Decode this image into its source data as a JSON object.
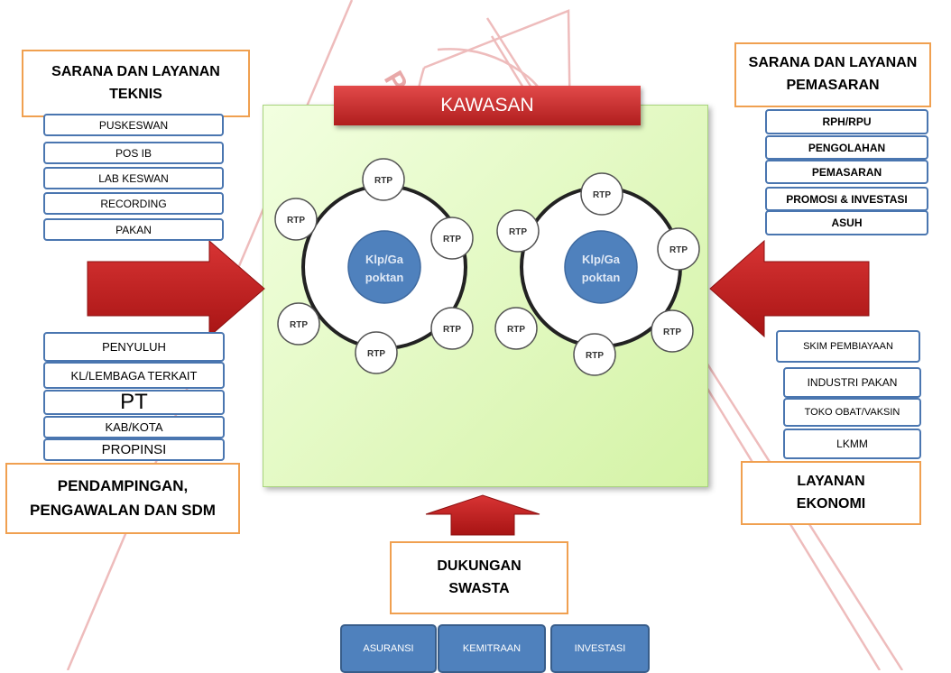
{
  "watermark": "PUSPA SWARA",
  "center": {
    "title": "KAWASAN",
    "clusters": [
      {
        "hub": [
          "Klp/Ga",
          "poktan"
        ],
        "nodes": [
          "RTP",
          "RTP",
          "RTP",
          "RTP",
          "RTP",
          "RTP"
        ]
      },
      {
        "hub": [
          "Klp/Ga",
          "poktan"
        ],
        "nodes": [
          "RTP",
          "RTP",
          "RTP",
          "RTP",
          "RTP",
          "RTP"
        ]
      }
    ]
  },
  "teknis": {
    "title": [
      "SARANA DAN LAYANAN",
      "TEKNIS"
    ],
    "items": [
      "PUSKESWAN",
      "POS IB",
      "LAB KESWAN",
      "RECORDING",
      "PAKAN"
    ]
  },
  "pemasaran": {
    "title": [
      "SARANA DAN LAYANAN",
      "PEMASARAN"
    ],
    "items": [
      "RPH/RPU",
      "PENGOLAHAN",
      "PEMASARAN",
      "PROMOSI & INVESTASI",
      "ASUH"
    ]
  },
  "pendampingan": {
    "title": [
      "PENDAMPINGAN,",
      "PENGAWALAN DAN SDM"
    ],
    "items": [
      "PENYULUH",
      "KL/LEMBAGA TERKAIT",
      "PT",
      "KAB/KOTA",
      "PROPINSI"
    ]
  },
  "ekonomi": {
    "title": [
      "LAYANAN",
      "EKONOMI"
    ],
    "items": [
      "SKIM PEMBIAYAAN",
      "INDUSTRI PAKAN",
      "TOKO OBAT/VAKSIN",
      "LKMM"
    ]
  },
  "swasta": {
    "title": [
      "DUKUNGAN",
      "SWASTA"
    ],
    "items": [
      "ASURANSI",
      "KEMITRAAN",
      "INVESTASI"
    ]
  },
  "colors": {
    "orange_border": "#f0a050",
    "blue_border": "#4a76b0",
    "arrow_red": "#c62222",
    "kawasan_red": "#c82828",
    "hub_blue": "#4f81bd",
    "panel_green": "#e3f7c4",
    "watermark": "#e8b0b0"
  }
}
